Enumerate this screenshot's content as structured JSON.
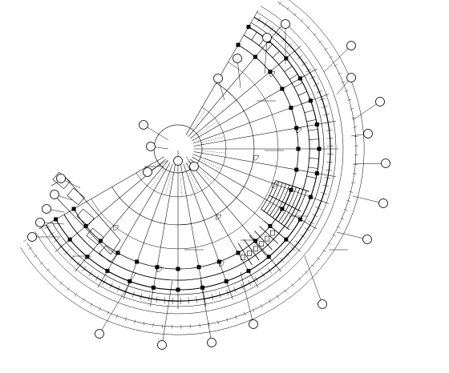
{
  "drawing": {
    "title": "",
    "type": "fan-shaped architectural floor plan",
    "line_color": "#000000",
    "background": "#ffffff"
  },
  "axis_tags": [
    {
      "id": "a1",
      "label": ""
    },
    {
      "id": "a2",
      "label": ""
    },
    {
      "id": "a3",
      "label": ""
    },
    {
      "id": "a4",
      "label": ""
    },
    {
      "id": "a5",
      "label": ""
    },
    {
      "id": "a6",
      "label": ""
    },
    {
      "id": "a7",
      "label": ""
    },
    {
      "id": "a8",
      "label": ""
    },
    {
      "id": "a9",
      "label": ""
    },
    {
      "id": "a10",
      "label": ""
    },
    {
      "id": "a11",
      "label": ""
    },
    {
      "id": "a12",
      "label": ""
    },
    {
      "id": "a13",
      "label": ""
    },
    {
      "id": "a14",
      "label": ""
    },
    {
      "id": "a15",
      "label": ""
    },
    {
      "id": "a16",
      "label": ""
    },
    {
      "id": "a17",
      "label": ""
    },
    {
      "id": "a18",
      "label": ""
    },
    {
      "id": "a19",
      "label": ""
    },
    {
      "id": "a20",
      "label": ""
    },
    {
      "id": "a21",
      "label": ""
    },
    {
      "id": "a22",
      "label": ""
    },
    {
      "id": "a23",
      "label": ""
    },
    {
      "id": "a24",
      "label": ""
    },
    {
      "id": "a25",
      "label": ""
    },
    {
      "id": "a26",
      "label": ""
    }
  ],
  "note_texts": [
    "",
    "",
    "",
    "",
    "",
    "",
    "",
    ""
  ]
}
